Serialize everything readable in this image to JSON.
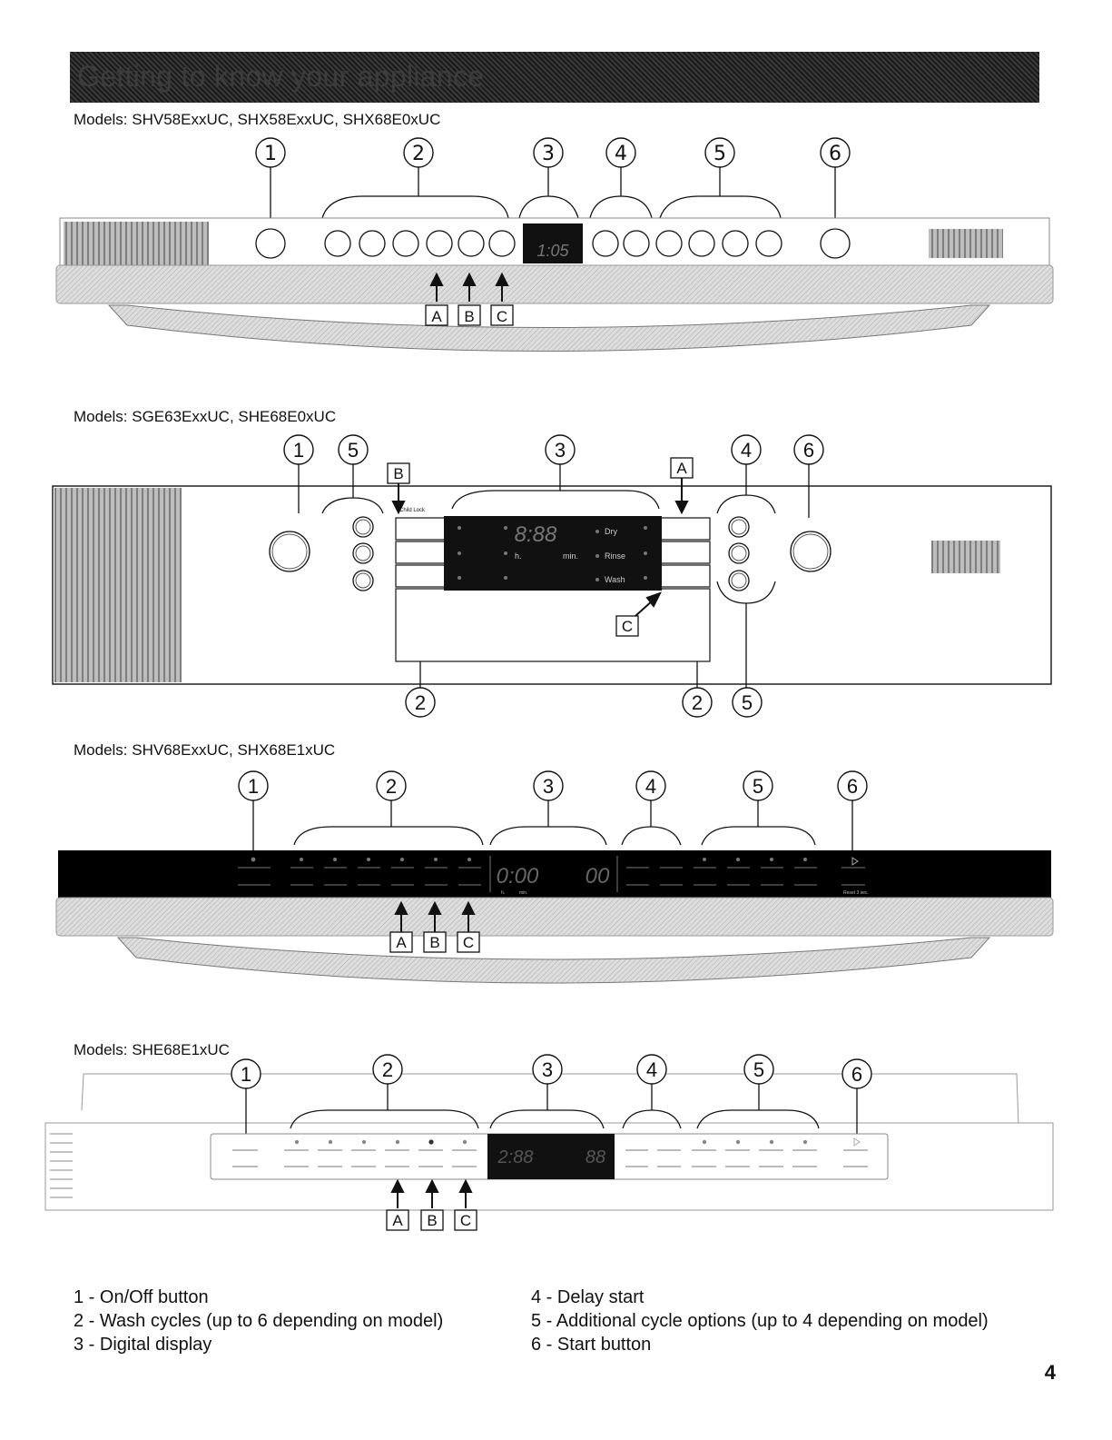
{
  "title": "Getting to know your appliance",
  "sections": [
    {
      "models": "Models: SHV58ExxUC, SHX58ExxUC, SHX68E0xUC",
      "display": "1:05"
    },
    {
      "models": "Models: SGE63ExxUC, SHE68E0xUC",
      "display": "8:88",
      "display_h": "h.",
      "display_min": "min.",
      "indicators": [
        "Dry",
        "Rinse",
        "Wash"
      ],
      "child_lock": "Child Lock"
    },
    {
      "models": "Models: SHV68ExxUC, SHX68E1xUC",
      "display_left": "0:00",
      "display_right": "00",
      "display_h": "h.",
      "display_min": "min.",
      "reset": "Reset 3 sec."
    },
    {
      "models": "Models: SHE68E1xUC",
      "display_left": "2:88",
      "display_right": "88"
    }
  ],
  "callouts": [
    "1",
    "2",
    "3",
    "4",
    "5",
    "6"
  ],
  "letters": [
    "A",
    "B",
    "C"
  ],
  "legend": {
    "left": [
      "1 - On/Off button",
      "2 - Wash cycles (up to 6 depending on model)",
      "3 - Digital display"
    ],
    "right": [
      "4 - Delay start",
      "5 - Additional cycle options (up to 4 depending on model)",
      "6 - Start button"
    ]
  },
  "page_number": "4"
}
